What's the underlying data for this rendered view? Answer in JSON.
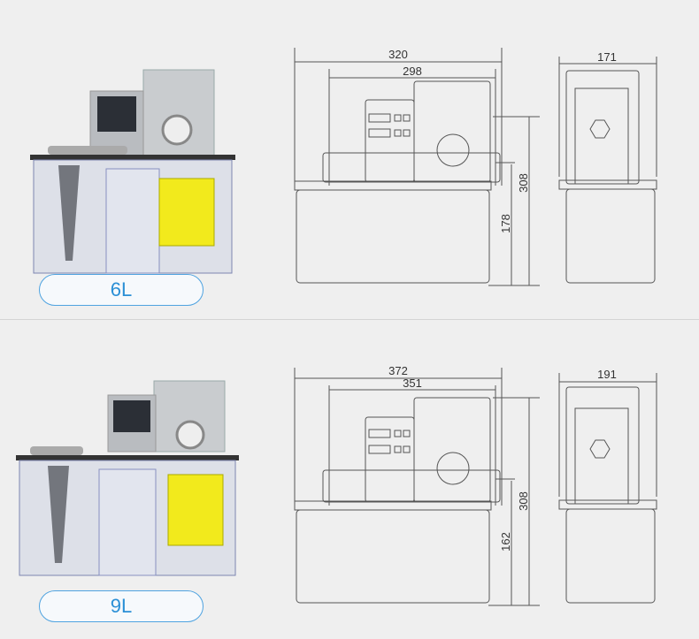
{
  "products": [
    {
      "capacity_label": "6L",
      "dims": {
        "overall_width": "320",
        "inner_width": "298",
        "overall_height": "308",
        "tank_height": "178",
        "depth": "171"
      }
    },
    {
      "capacity_label": "9L",
      "dims": {
        "overall_width": "372",
        "inner_width": "351",
        "overall_height": "308",
        "tank_height": "162",
        "depth": "191"
      }
    }
  ],
  "colors": {
    "accent": "#2a8fd6",
    "line": "#555555",
    "background": "#efefef",
    "label_yellow": "#f2ea1c"
  }
}
